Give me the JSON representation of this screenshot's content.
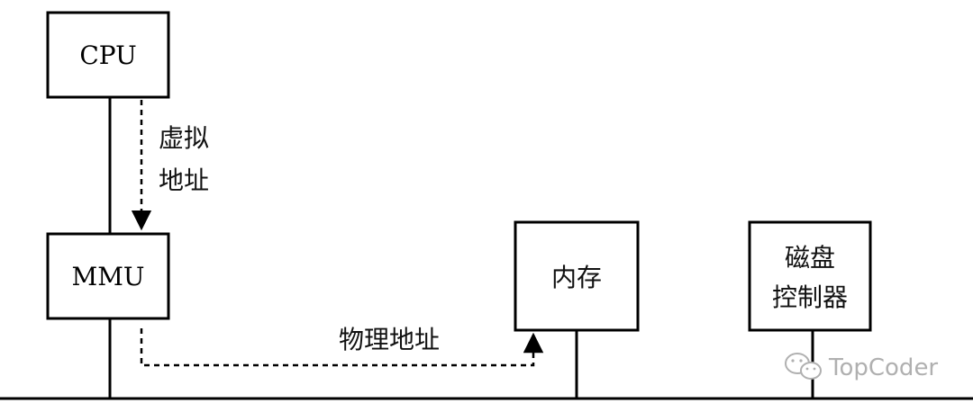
{
  "boxes": {
    "cpu": "CPU",
    "mmu": "MMU",
    "memory": "内存",
    "disk_line1": "磁盘",
    "disk_line2": "控制器"
  },
  "labels": {
    "virtual_line1": "虚拟",
    "virtual_line2": "地址",
    "physical": "物理地址"
  },
  "watermark": {
    "text": "TopCoder",
    "icon": "wechat-icon"
  },
  "colors": {
    "stroke": "#000000",
    "watermark": "#b0b0b0"
  }
}
